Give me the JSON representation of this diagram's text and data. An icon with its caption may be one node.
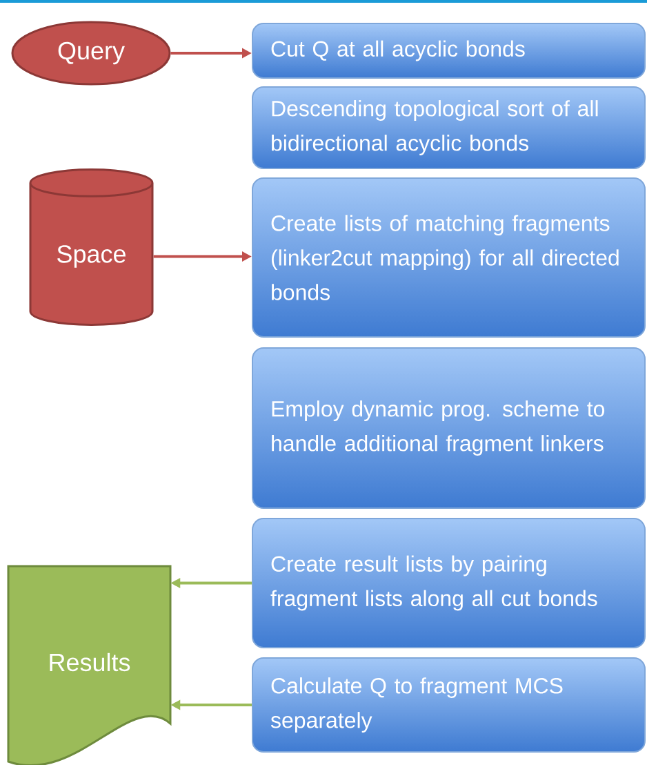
{
  "diagram": {
    "nodes": [
      {
        "text": [
          "Query"
        ]
      },
      {
        "text": [
          "Cut Q at all acyclic bonds"
        ]
      },
      {
        "text": [
          "Descending topological sort of all bidirectional acyclic bonds"
        ]
      },
      {
        "text": [
          "Space"
        ]
      },
      {
        "text": [
          "Create lists of matching fragments (linker2cut mapping) for all directed bonds"
        ]
      },
      {
        "text": [
          "Employ dynamic prog. scheme to handle additional fragment linkers"
        ]
      },
      {
        "text": [
          "Create result lists by pairing fragment lists along all cut bonds"
        ]
      },
      {
        "text": [
          "Results"
        ]
      },
      {
        "text": [
          "Calculate Q to fragment MCS separately"
        ]
      }
    ],
    "edges": [
      {
        "from": 0,
        "to": 1,
        "arrow": "to",
        "color": "#c0504d"
      },
      {
        "from": 3,
        "to": 4,
        "arrow": "to",
        "color": "#c0504d"
      },
      {
        "from": 6,
        "to": 7,
        "arrow": "to",
        "color": "#9bbb59"
      },
      {
        "from": 8,
        "to": 7,
        "arrow": "to",
        "color": "#9bbb59"
      }
    ]
  }
}
